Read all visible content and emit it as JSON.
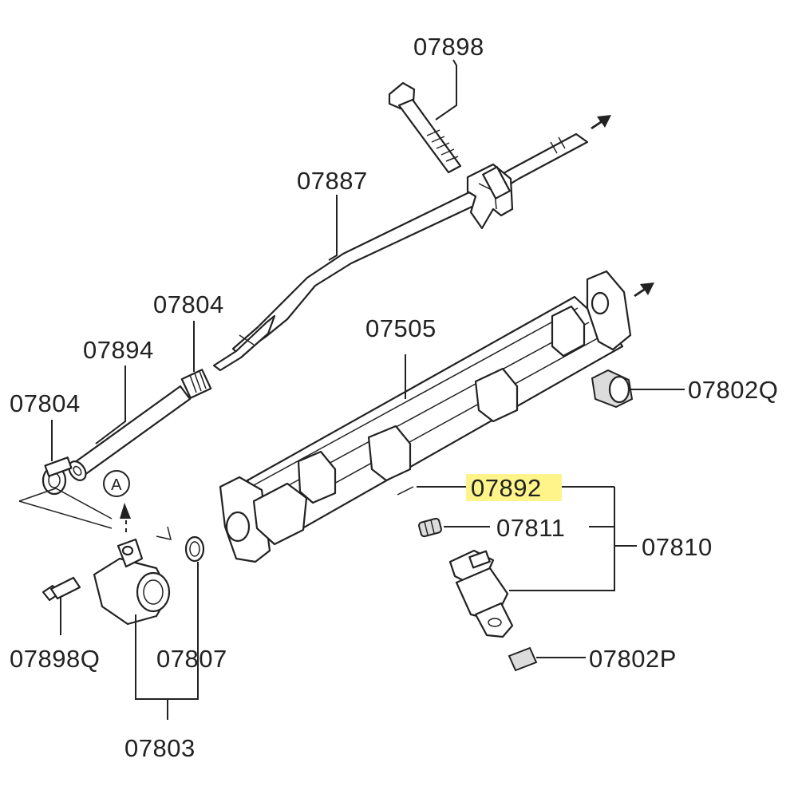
{
  "diagram": {
    "parts": [
      {
        "id": "p07898",
        "label": "07898"
      },
      {
        "id": "p07887",
        "label": "07887"
      },
      {
        "id": "p07804a",
        "label": "07804"
      },
      {
        "id": "p07894",
        "label": "07894"
      },
      {
        "id": "p07804b",
        "label": "07804"
      },
      {
        "id": "p07505",
        "label": "07505"
      },
      {
        "id": "p07802Q",
        "label": "07802Q"
      },
      {
        "id": "p07892",
        "label": "07892",
        "highlighted": true
      },
      {
        "id": "p07811",
        "label": "07811"
      },
      {
        "id": "p07810",
        "label": "07810"
      },
      {
        "id": "p07802P",
        "label": "07802P"
      },
      {
        "id": "p07898Q",
        "label": "07898Q"
      },
      {
        "id": "p07807",
        "label": "07807"
      },
      {
        "id": "p07803",
        "label": "07803"
      }
    ],
    "callout_a": "A",
    "colors": {
      "highlight": "#fff48a",
      "line": "#222222",
      "background": "#ffffff"
    }
  }
}
